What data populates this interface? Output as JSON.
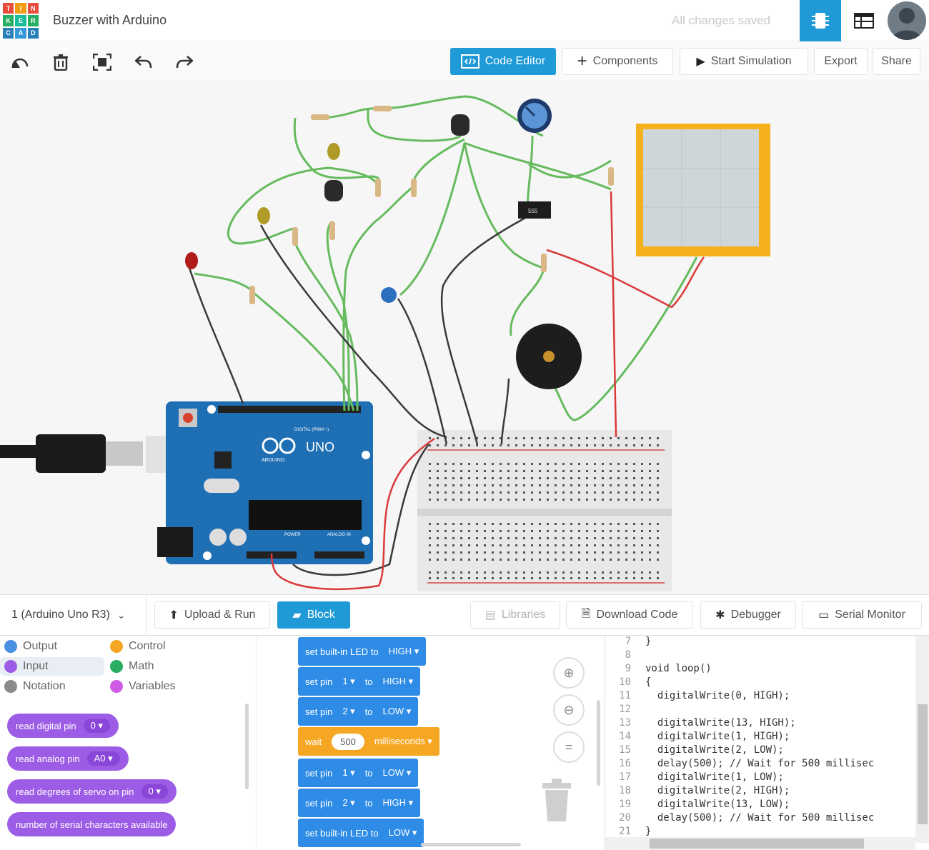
{
  "app": {
    "logo_letters": [
      "T",
      "I",
      "N",
      "K",
      "E",
      "R",
      "C",
      "A",
      "D"
    ],
    "logo_colors": [
      "#e74c3c",
      "#f39c12",
      "#e74c3c",
      "#27ae60",
      "#1abc9c",
      "#27ae60",
      "#2980b9",
      "#3498db",
      "#2980b9"
    ],
    "title": "Buzzer with Arduino",
    "save_status": "All changes saved"
  },
  "toolbar": {
    "code_editor_label": "Code Editor",
    "components_label": "Components",
    "start_simulation_label": "Start Simulation",
    "export_label": "Export",
    "share_label": "Share"
  },
  "canvas": {
    "arduino_brand": "UNO",
    "arduino_sublabel": "ARDUINO",
    "digital_label": "DIGITAL (PWM ~)",
    "power_label": "POWER",
    "analog_label": "ANALOG IN",
    "chip_label": "555"
  },
  "code_panel": {
    "device_select": "1 (Arduino Uno R3)",
    "upload_run_label": "Upload & Run",
    "block_label": "Block",
    "libraries_label": "Libraries",
    "download_code_label": "Download Code",
    "debugger_label": "Debugger",
    "serial_monitor_label": "Serial Monitor"
  },
  "categories": [
    {
      "label": "Output",
      "color": "#4a90e2"
    },
    {
      "label": "Control",
      "color": "#f5a623"
    },
    {
      "label": "Input",
      "color": "#9d5ce5"
    },
    {
      "label": "Math",
      "color": "#27ae60"
    },
    {
      "label": "Notation",
      "color": "#8a8a8a"
    },
    {
      "label": "Variables",
      "color": "#d05ce5"
    }
  ],
  "palette_blocks": [
    {
      "label": "read digital pin",
      "value": "0"
    },
    {
      "label": "read analog pin",
      "value": "A0"
    },
    {
      "label": "read degrees of servo on pin",
      "value": "0"
    },
    {
      "label": "number of serial characters available",
      "value": ""
    }
  ],
  "workspace_blocks": [
    {
      "prefix": "set built-in LED to",
      "value": "HIGH",
      "mid": "",
      "value2": ""
    },
    {
      "prefix": "set pin",
      "value": "1",
      "mid": "to",
      "value2": "HIGH"
    },
    {
      "prefix": "set pin",
      "value": "2",
      "mid": "to",
      "value2": "LOW"
    },
    {
      "prefix": "wait",
      "value": "500",
      "mid": "milliseconds",
      "value2": ""
    },
    {
      "prefix": "set pin",
      "value": "1",
      "mid": "to",
      "value2": "LOW"
    },
    {
      "prefix": "set pin",
      "value": "2",
      "mid": "to",
      "value2": "HIGH"
    },
    {
      "prefix": "set built-in LED to",
      "value": "LOW",
      "mid": "",
      "value2": ""
    }
  ],
  "code_lines": [
    {
      "n": "7",
      "t": "}"
    },
    {
      "n": "8",
      "t": ""
    },
    {
      "n": "9",
      "t": "void loop()"
    },
    {
      "n": "10",
      "t": "{"
    },
    {
      "n": "11",
      "t": "  digitalWrite(0, HIGH);"
    },
    {
      "n": "12",
      "t": ""
    },
    {
      "n": "13",
      "t": "  digitalWrite(13, HIGH);"
    },
    {
      "n": "14",
      "t": "  digitalWrite(1, HIGH);"
    },
    {
      "n": "15",
      "t": "  digitalWrite(2, LOW);"
    },
    {
      "n": "16",
      "t": "  delay(500); // Wait for 500 millisec"
    },
    {
      "n": "17",
      "t": "  digitalWrite(1, LOW);"
    },
    {
      "n": "18",
      "t": "  digitalWrite(2, HIGH);"
    },
    {
      "n": "19",
      "t": "  digitalWrite(13, LOW);"
    },
    {
      "n": "20",
      "t": "  delay(500); // Wait for 500 millisec"
    },
    {
      "n": "21",
      "t": "}"
    }
  ]
}
